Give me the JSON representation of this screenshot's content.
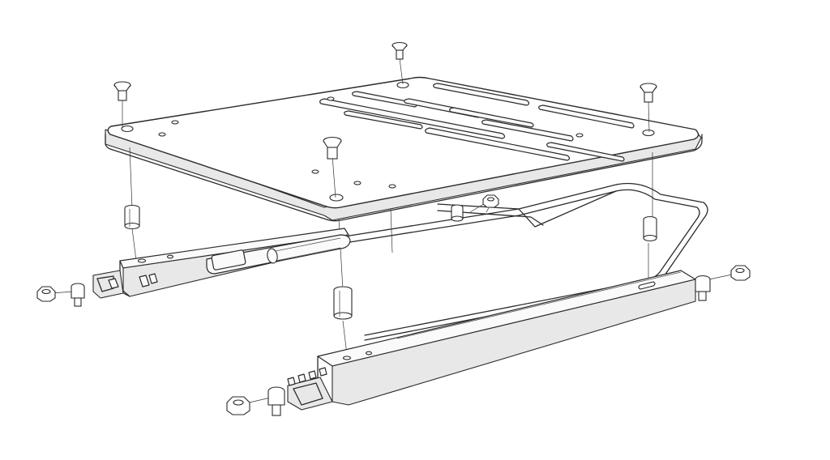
{
  "diagram": {
    "kind": "exploded-assembly-line-drawing",
    "colors": {
      "line": "#2a2a2a",
      "background": "#ffffff",
      "shade": "#e8e8e8"
    },
    "parts": [
      "mounting-plate",
      "countersunk-screw",
      "spacer-standoff",
      "left-rail",
      "right-rail",
      "tube-frame",
      "socket-cap-bolt",
      "hex-nut"
    ]
  }
}
